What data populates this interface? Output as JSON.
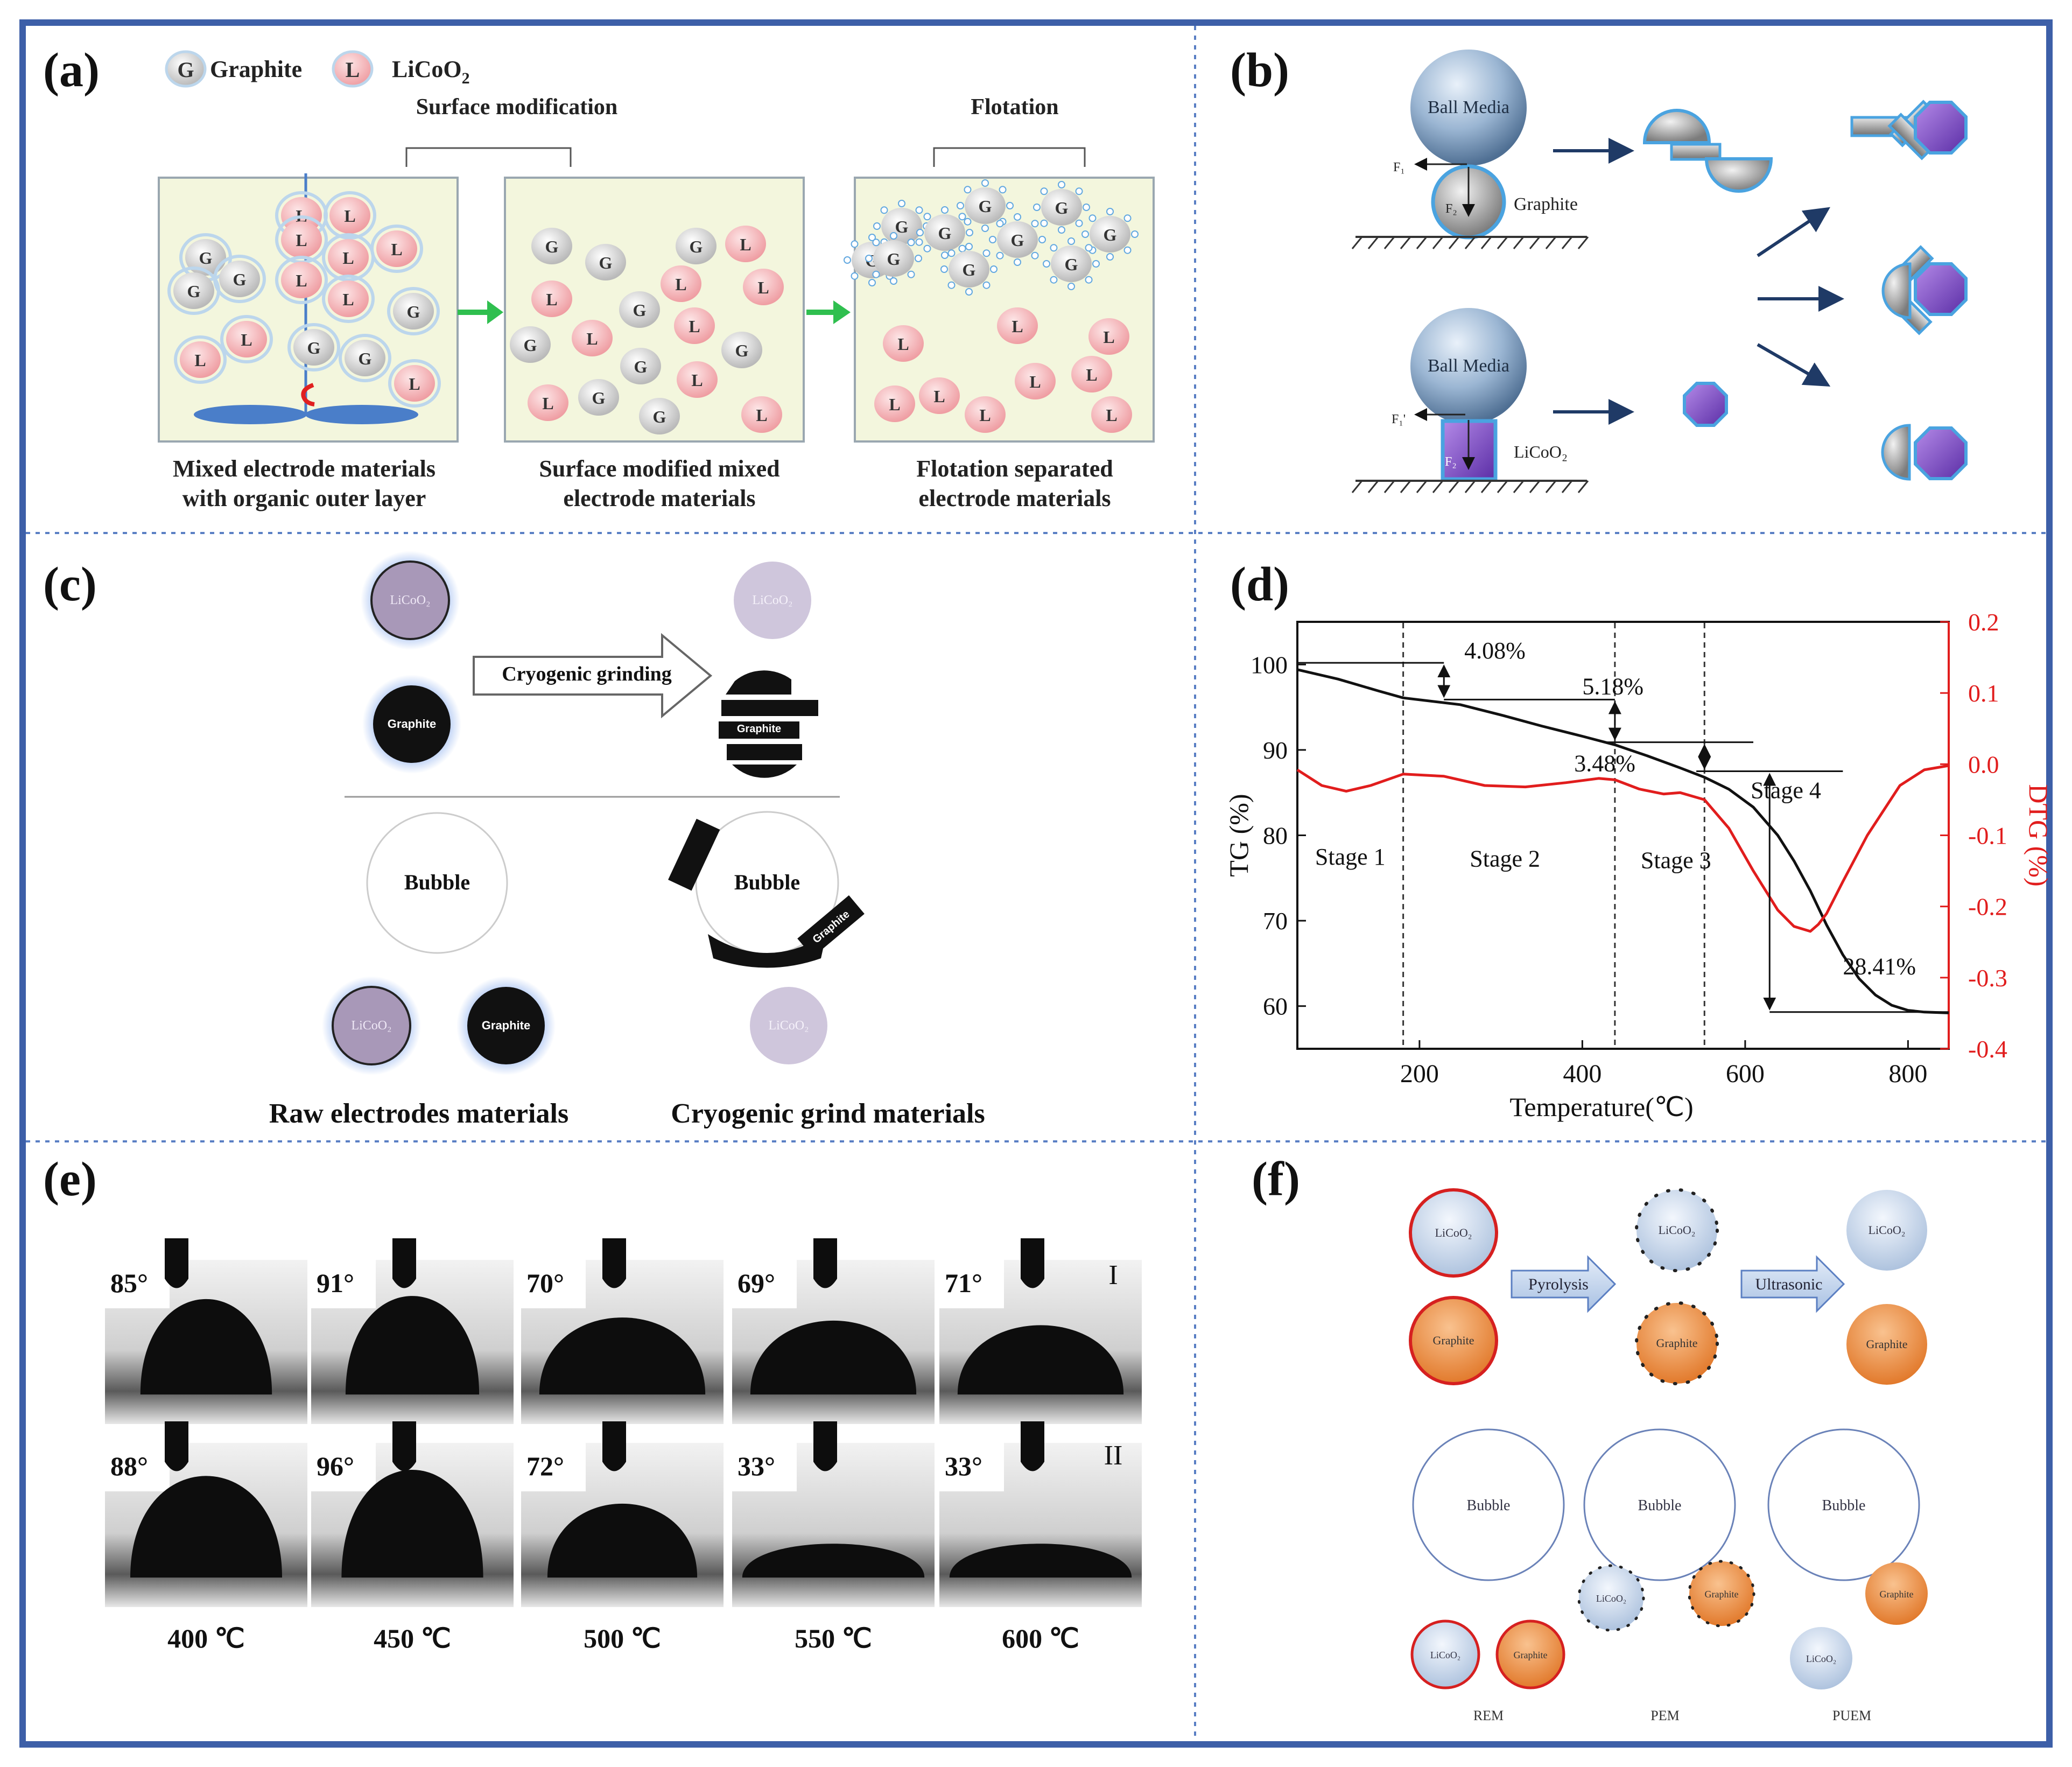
{
  "panels": {
    "a": {
      "label": "(a)",
      "legend": {
        "graphite_letter": "G",
        "graphite": "Graphite",
        "licoo2_letter": "L",
        "licoo2": "LiCoO",
        "licoo2_sub": "2"
      },
      "step1": "Surface modification",
      "step2": "Flotation",
      "cap1": [
        "Mixed electrode materials",
        "with organic outer layer"
      ],
      "cap2": [
        "Surface modified mixed",
        "electrode materials"
      ],
      "cap3": [
        "Flotation separated",
        "electrode materials"
      ],
      "g": "G",
      "l": "L"
    },
    "b": {
      "label": "(b)",
      "ball": "Ball Media",
      "graphite": "Graphite",
      "licoo2": "LiCoO₂",
      "f1": "F₁",
      "f2": "F₂",
      "f1p": "F₁'"
    },
    "c": {
      "label": "(c)",
      "licoo2": "LiCoO₂",
      "graphite": "Graphite",
      "arrow": "Cryogenic grinding",
      "bubble": "Bubble",
      "cap_left": "Raw electrodes materials",
      "cap_right": "Cryogenic grind materials"
    },
    "d": {
      "label": "(d)",
      "ylabel_left": "TG (%)",
      "ylabel_right": "DTG (%)",
      "xlabel": "Temperature(℃)",
      "x_ticks": [
        "200",
        "400",
        "600",
        "800"
      ],
      "y_ticks_left": [
        "60",
        "70",
        "80",
        "90",
        "100"
      ],
      "y_ticks_right": [
        "0.2",
        "0.1",
        "0.0",
        "-0.1",
        "-0.2",
        "-0.3",
        "-0.4"
      ],
      "stages": [
        "Stage 1",
        "Stage 2",
        "Stage 3",
        "Stage 4"
      ],
      "losses": [
        "4.08%",
        "5.18%",
        "3.48%",
        "28.41%"
      ]
    },
    "e": {
      "label": "(e)",
      "row1_angles": [
        "85°",
        "91°",
        "70°",
        "69°",
        "71°"
      ],
      "row2_angles": [
        "88°",
        "96°",
        "72°",
        "33°",
        "33°"
      ],
      "row1_tag": "I",
      "row2_tag": "II",
      "temps": [
        "400 ℃",
        "450 ℃",
        "500 ℃",
        "550 ℃",
        "600 ℃"
      ]
    },
    "f": {
      "label": "(f)",
      "licoo2": "LiCoO₂",
      "graphite": "Graphite",
      "pyrolysis": "Pyrolysis",
      "ultrasonic": "Ultrasonic",
      "bubble": "Bubble",
      "groups": [
        "REM",
        "PEM",
        "PUEM"
      ]
    }
  },
  "chart_data": {
    "type": "line",
    "title": "",
    "xlabel": "Temperature(℃)",
    "ylabel": "TG (%)",
    "ylabel_right": "DTG (%)",
    "xlim": [
      50,
      850
    ],
    "ylim": [
      55,
      105
    ],
    "ylim_right": [
      -0.4,
      0.2
    ],
    "x_ticks": [
      200,
      400,
      600,
      800
    ],
    "series": [
      {
        "axis": "left",
        "color": "#111111",
        "x": [
          50,
          100,
          150,
          180,
          250,
          300,
          350,
          400,
          440,
          480,
          520,
          550,
          580,
          610,
          640,
          660,
          680,
          700,
          720,
          740,
          760,
          780,
          800,
          820,
          850
        ],
        "y": [
          99.4,
          98.3,
          96.9,
          96.1,
          95.3,
          94.1,
          92.8,
          91.6,
          90.6,
          89.3,
          87.9,
          86.8,
          85.4,
          83.3,
          80.0,
          77.0,
          73.5,
          69.5,
          66.0,
          63.2,
          61.3,
          60.1,
          59.5,
          59.3,
          59.2
        ]
      },
      {
        "axis": "right",
        "color": "#e11d1d",
        "x": [
          50,
          80,
          110,
          140,
          180,
          230,
          280,
          330,
          380,
          420,
          440,
          470,
          500,
          520,
          550,
          580,
          610,
          640,
          660,
          680,
          690,
          700,
          720,
          750,
          790,
          820,
          850
        ],
        "y": [
          -0.008,
          -0.03,
          -0.038,
          -0.03,
          -0.014,
          -0.017,
          -0.03,
          -0.032,
          -0.026,
          -0.02,
          -0.022,
          -0.035,
          -0.042,
          -0.04,
          -0.05,
          -0.09,
          -0.15,
          -0.205,
          -0.228,
          -0.235,
          -0.225,
          -0.21,
          -0.165,
          -0.1,
          -0.03,
          -0.008,
          -0.002
        ]
      }
    ],
    "stage_boundaries": [
      180,
      440,
      550
    ],
    "stage_labels": [
      "Stage 1",
      "Stage 2",
      "Stage 3",
      "Stage 4"
    ],
    "annotations": [
      "4.08%",
      "5.18%",
      "3.48%",
      "28.41%"
    ]
  },
  "colors": {
    "border": "#3d5fa8",
    "divider": "#5a7fc4",
    "graphite": "#dcdcdc",
    "licoo2": "#f4b0b4",
    "green_arrow": "#2fbf4f",
    "navy_arrow": "#1f3a66",
    "tg": "#111111",
    "dtg": "#e11d1d",
    "orange": "#ef8a3c",
    "purple": "#8a4fcf"
  }
}
